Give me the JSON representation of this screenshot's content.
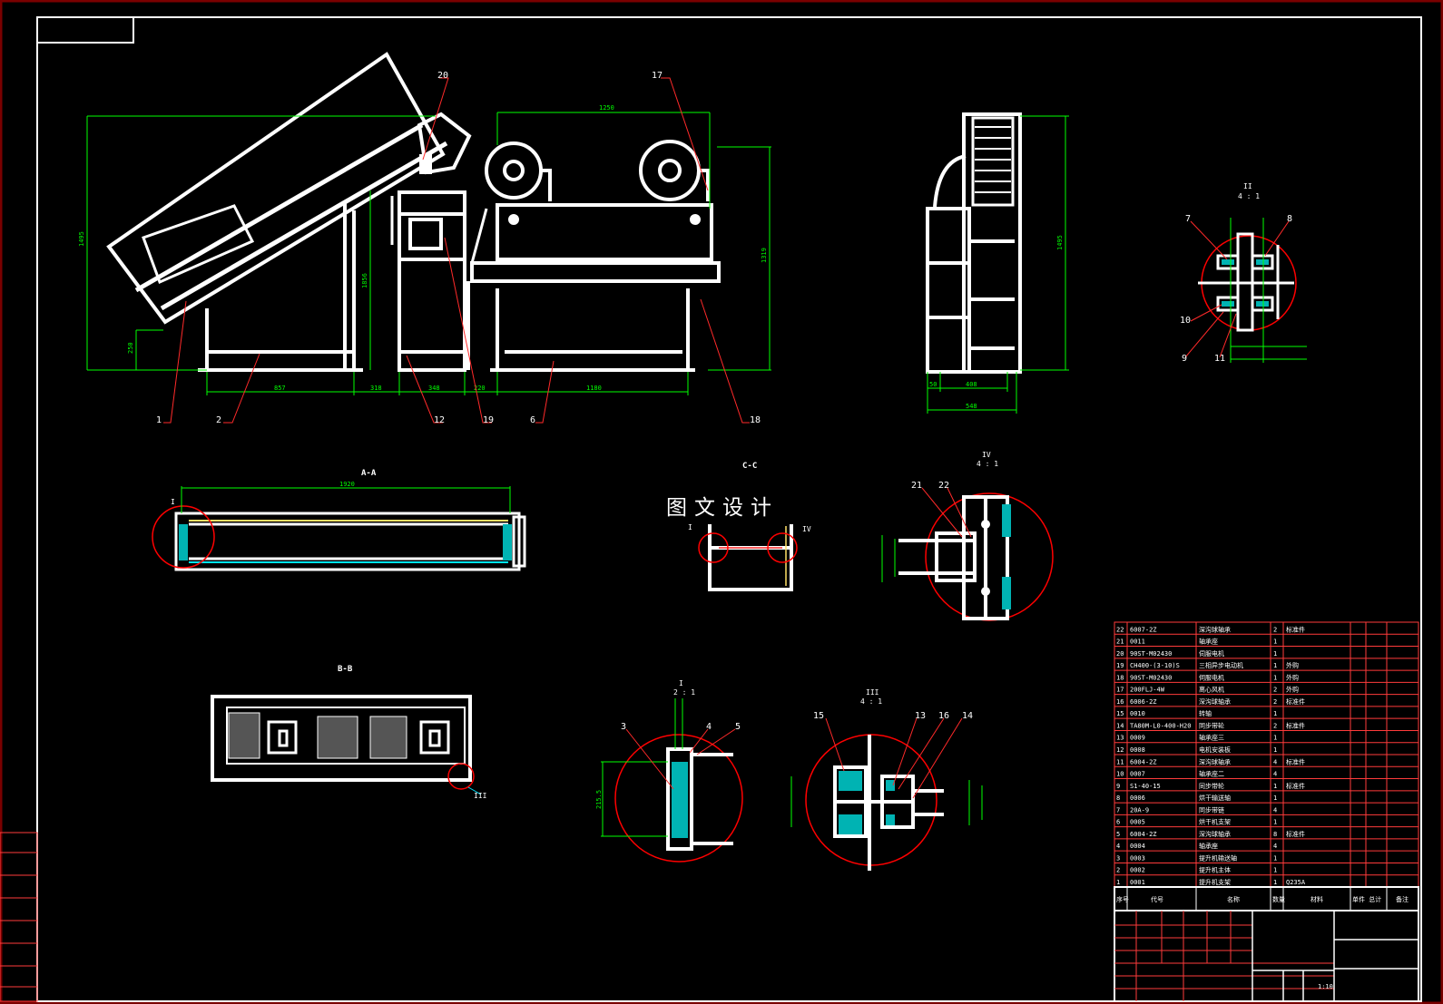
{
  "watermark": "图文设计",
  "section_labels": {
    "aa": "A-A",
    "bb": "B-B",
    "cc": "C-C",
    "detail_I": "I",
    "detail_I_scale": "2 : 1",
    "detail_II": "II",
    "detail_II_scale": "4 : 1",
    "detail_III": "III",
    "detail_III_scale": "4 : 1",
    "detail_IV": "IV",
    "detail_IV_scale": "4 : 1"
  },
  "dimensions": {
    "overall_height": "1495",
    "hopper_clear": "250",
    "frame_height": "1856",
    "conv_height": "1319",
    "conv_length": "1250",
    "d857": "857",
    "d318": "318",
    "d348": "348",
    "d220": "220",
    "d1180": "1180",
    "side_height": "1495",
    "d50": "50",
    "d408": "408",
    "d548": "548",
    "aa_length": "1920",
    "detail_215": "215.5"
  },
  "balloons": [
    "1",
    "2",
    "6",
    "12",
    "17",
    "18",
    "19",
    "20",
    "3",
    "4",
    "5",
    "7",
    "8",
    "9",
    "10",
    "11",
    "13",
    "14",
    "15",
    "16",
    "21",
    "22"
  ],
  "colors": {
    "line": "#ffffff",
    "dimension": "#00ff00",
    "detail_circle": "#ff0000",
    "leader": "#ff2a2a",
    "border": "#ffffff",
    "table_grid": "#ff3b3b",
    "table_sub": "#00e5ff"
  },
  "bom": [
    {
      "no": "22",
      "code": "6007-2Z",
      "name": "深沟球轴承",
      "qty": "2",
      "note": "标准件"
    },
    {
      "no": "21",
      "code": "0011",
      "name": "轴承座",
      "qty": "1",
      "note": ""
    },
    {
      "no": "20",
      "code": "90ST-M02430",
      "name": "伺服电机",
      "qty": "1",
      "note": ""
    },
    {
      "no": "19",
      "code": "CH400-(3-10)S",
      "name": "三相异步电动机",
      "qty": "1",
      "note": "外购"
    },
    {
      "no": "18",
      "code": "90ST-M02430",
      "name": "伺服电机",
      "qty": "1",
      "note": "外购"
    },
    {
      "no": "17",
      "code": "200FLJ-4W",
      "name": "离心风机",
      "qty": "2",
      "note": "外购"
    },
    {
      "no": "16",
      "code": "6006-2Z",
      "name": "深沟球轴承",
      "qty": "2",
      "note": "标准件"
    },
    {
      "no": "15",
      "code": "0010",
      "name": "转轴",
      "qty": "1",
      "note": ""
    },
    {
      "no": "14",
      "code": "TA80M-L0-400-H20",
      "name": "同步带轮",
      "qty": "2",
      "note": "标准件"
    },
    {
      "no": "13",
      "code": "0009",
      "name": "轴承座三",
      "qty": "1",
      "note": ""
    },
    {
      "no": "12",
      "code": "0008",
      "name": "电机安装板",
      "qty": "1",
      "note": ""
    },
    {
      "no": "11",
      "code": "6004-2Z",
      "name": "深沟球轴承",
      "qty": "4",
      "note": "标准件"
    },
    {
      "no": "10",
      "code": "0007",
      "name": "轴承座二",
      "qty": "4",
      "note": ""
    },
    {
      "no": "9",
      "code": "S1-40-15",
      "name": "同步带轮",
      "qty": "1",
      "note": "标准件"
    },
    {
      "no": "8",
      "code": "0006",
      "name": "烘干输送轴",
      "qty": "1",
      "note": ""
    },
    {
      "no": "7",
      "code": "20A-9",
      "name": "同步带链",
      "qty": "4",
      "note": ""
    },
    {
      "no": "6",
      "code": "0005",
      "name": "烘干机支架",
      "qty": "1",
      "note": ""
    },
    {
      "no": "5",
      "code": "6004-2Z",
      "name": "深沟球轴承",
      "qty": "8",
      "note": "标准件"
    },
    {
      "no": "4",
      "code": "0004",
      "name": "轴承座",
      "qty": "4",
      "note": ""
    },
    {
      "no": "3",
      "code": "0003",
      "name": "提升机输送轴",
      "qty": "1",
      "note": ""
    },
    {
      "no": "2",
      "code": "0002",
      "name": "提升机主体",
      "qty": "1",
      "note": ""
    },
    {
      "no": "1",
      "code": "0001",
      "name": "提升机支架",
      "qty": "1",
      "note": "Q235A"
    }
  ],
  "bom_header": {
    "no": "序号",
    "code": "代号",
    "name": "名称",
    "qty": "数量",
    "material": "材料",
    "weight": "单件 总计",
    "note": "备注"
  },
  "scale": "1:10"
}
